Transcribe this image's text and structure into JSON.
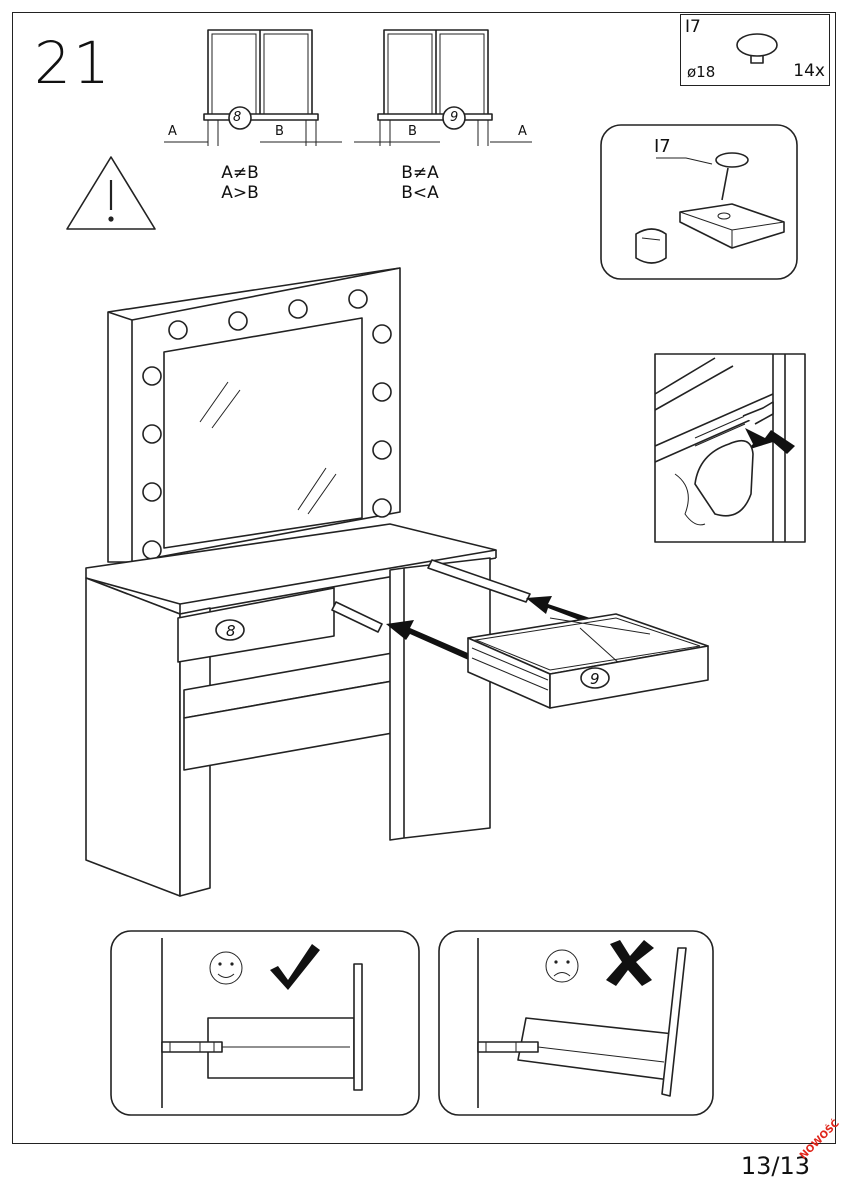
{
  "step_number": "21",
  "warning": {
    "left": {
      "dim_a": "A",
      "dim_b": "B",
      "part_number": "8",
      "line1": "A≠B",
      "line2": "A>B"
    },
    "right": {
      "dim_a": "A",
      "dim_b": "B",
      "part_number": "9",
      "line1": "B≠A",
      "line2": "B<A"
    }
  },
  "part": {
    "id": "I7",
    "diameter": "ø18",
    "quantity": "14x"
  },
  "detail_part_id": "I7",
  "drawer_labels": {
    "left": "8",
    "right": "9"
  },
  "page_number": "13/13",
  "badge": "NOWOŚĆ"
}
